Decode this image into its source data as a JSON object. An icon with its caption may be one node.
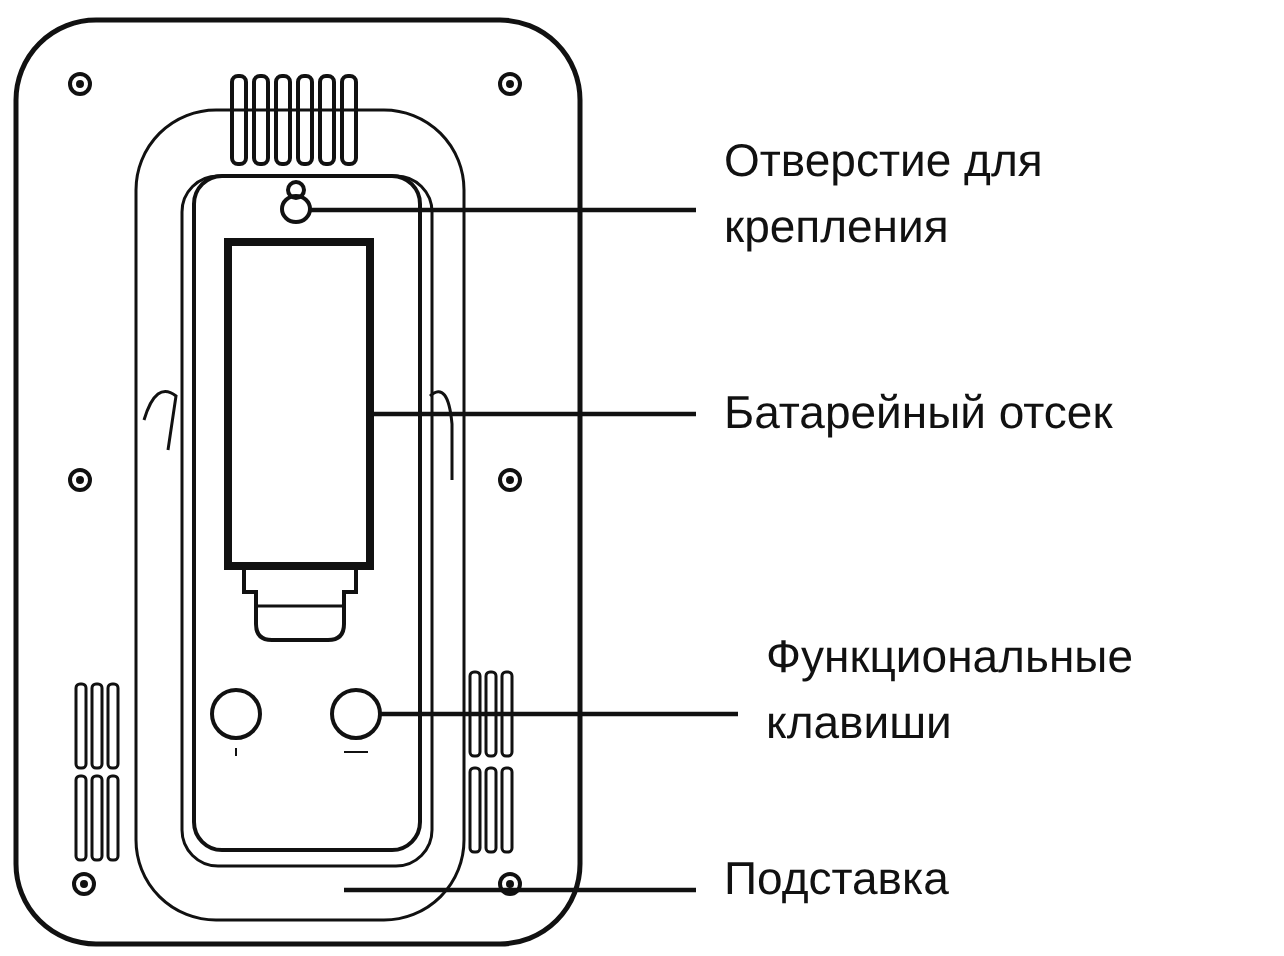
{
  "diagram": {
    "nodes": [
      {
        "text": [
          "Отверстие для крепления"
        ]
      },
      {
        "text": [
          "Батарейный отсек"
        ]
      },
      {
        "text": [
          "Функциональные клавиши"
        ]
      },
      {
        "text": [
          "Подставка"
        ]
      },
      {
        "text": [],
        "shape": "circle",
        "in": 7
      },
      {
        "text": [],
        "shape": "box",
        "in": 7
      },
      {
        "text": [],
        "shape": "circle",
        "in": 7
      },
      {
        "text": [],
        "shape": "box"
      }
    ],
    "edges": [
      {
        "from": 0,
        "to": 4,
        "arrow": "none"
      },
      {
        "from": 1,
        "to": 5,
        "arrow": "none"
      },
      {
        "from": 2,
        "to": 6,
        "arrow": "none"
      },
      {
        "from": 3,
        "to": 7,
        "arrow": "none"
      }
    ]
  }
}
